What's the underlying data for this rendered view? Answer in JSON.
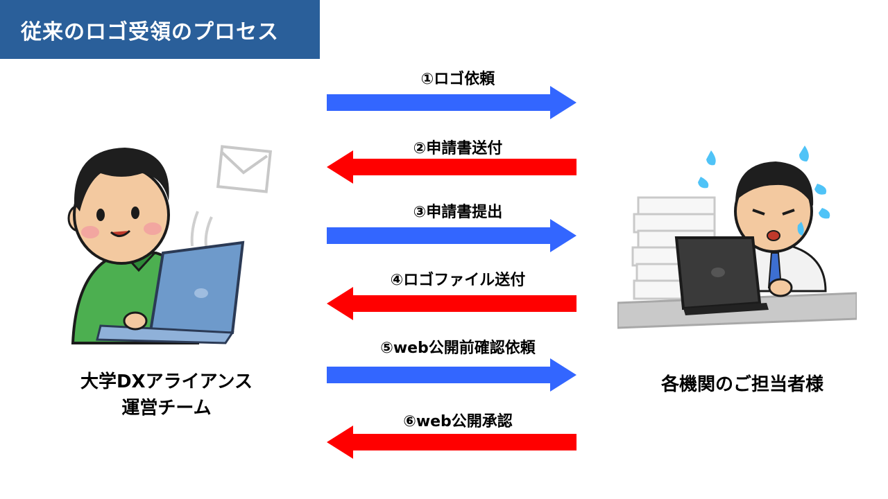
{
  "title": "従来のロゴ受領のプロセス",
  "colors": {
    "title_bg": "#2a5f9a",
    "request_arrow": "#3366ff",
    "response_arrow": "#ff0000"
  },
  "left_party": {
    "line1": "大学DXアライアンス",
    "line2": "運営チーム"
  },
  "right_party": {
    "label": "各機関のご担当者様"
  },
  "steps": [
    {
      "label": "①ロゴ依頼",
      "direction": "right"
    },
    {
      "label": "②申請書送付",
      "direction": "left"
    },
    {
      "label": "③申請書提出",
      "direction": "right"
    },
    {
      "label": "④ロゴファイル送付",
      "direction": "left"
    },
    {
      "label": "⑤web公開前確認依頼",
      "direction": "right"
    },
    {
      "label": "⑥web公開承認",
      "direction": "left"
    }
  ]
}
